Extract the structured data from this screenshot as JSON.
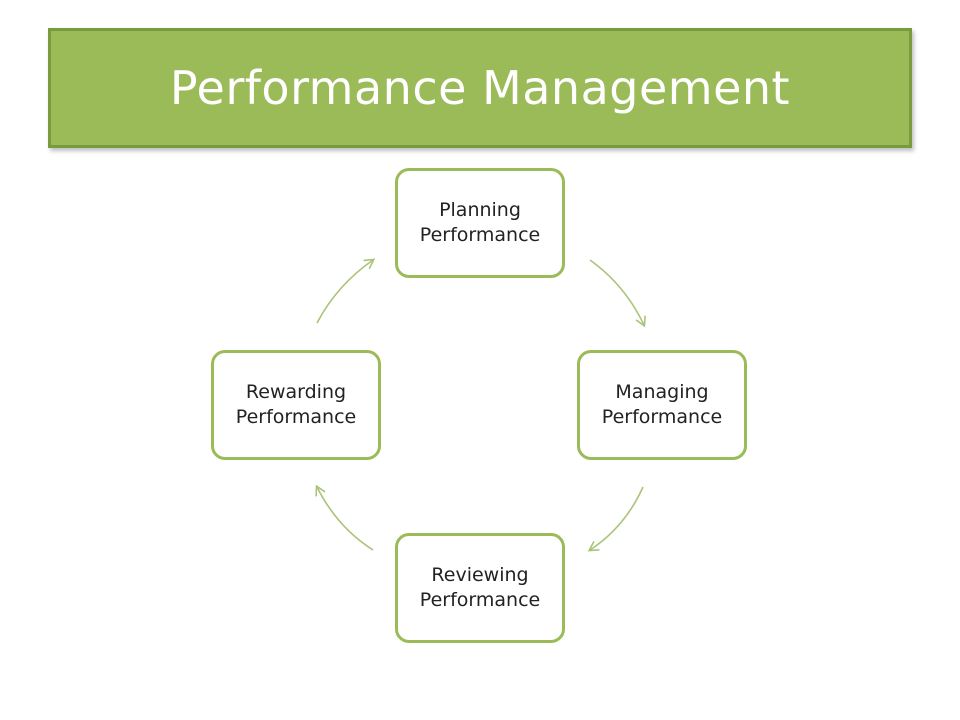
{
  "title": "Performance Management",
  "colors": {
    "accent": "#9bbb59",
    "accent_border": "#7a9a3e",
    "arrow": "#a9c47a",
    "title_text": "#ffffff",
    "node_text": "#222222"
  },
  "cycle": {
    "nodes": [
      {
        "id": "planning",
        "line1": "Planning",
        "line2": "Performance"
      },
      {
        "id": "managing",
        "line1": "Managing",
        "line2": "Performance"
      },
      {
        "id": "reviewing",
        "line1": "Reviewing",
        "line2": "Performance"
      },
      {
        "id": "rewarding",
        "line1": "Rewarding",
        "line2": "Performance"
      }
    ],
    "edges": [
      {
        "from": "planning",
        "to": "managing"
      },
      {
        "from": "managing",
        "to": "reviewing"
      },
      {
        "from": "reviewing",
        "to": "rewarding"
      },
      {
        "from": "rewarding",
        "to": "planning"
      }
    ]
  }
}
